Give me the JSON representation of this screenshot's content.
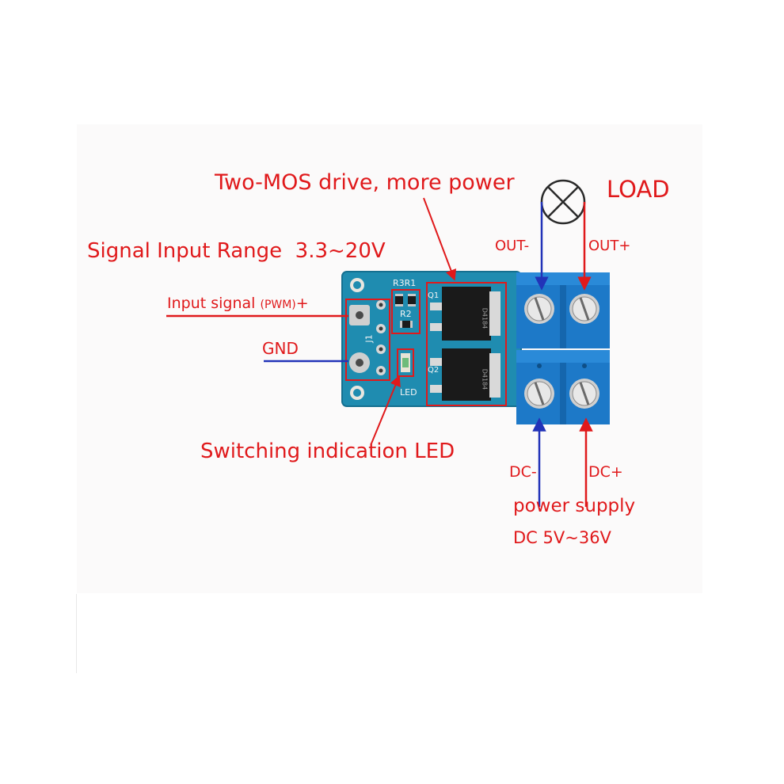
{
  "annotations": {
    "two_mos": "Two-MOS drive, more power",
    "load": "LOAD",
    "out_minus": "OUT-",
    "out_plus": "OUT+",
    "signal_range": "Signal Input Range  3.3~20V",
    "input_signal_a": "Input signal ",
    "input_signal_pwm": "(PWM)",
    "input_signal_b": "+",
    "gnd": "GND",
    "switching_led": "Switching indication LED",
    "dc_minus": "DC-",
    "dc_plus": "DC+",
    "power_supply": "power supply",
    "dc_range": "DC 5V~36V"
  },
  "board": {
    "silk_r3r1": "R3R1",
    "silk_r2": "R2",
    "silk_j1": "J1",
    "silk_q1": "Q1",
    "silk_q2": "Q2",
    "silk_led": "LED",
    "chip_part": "D4184"
  },
  "colors": {
    "annotation_red": "#e0191b",
    "wire_blue": "#2233b8",
    "pcb_blue": "#1f8cb0",
    "terminal_blue": "#1d79c8"
  }
}
